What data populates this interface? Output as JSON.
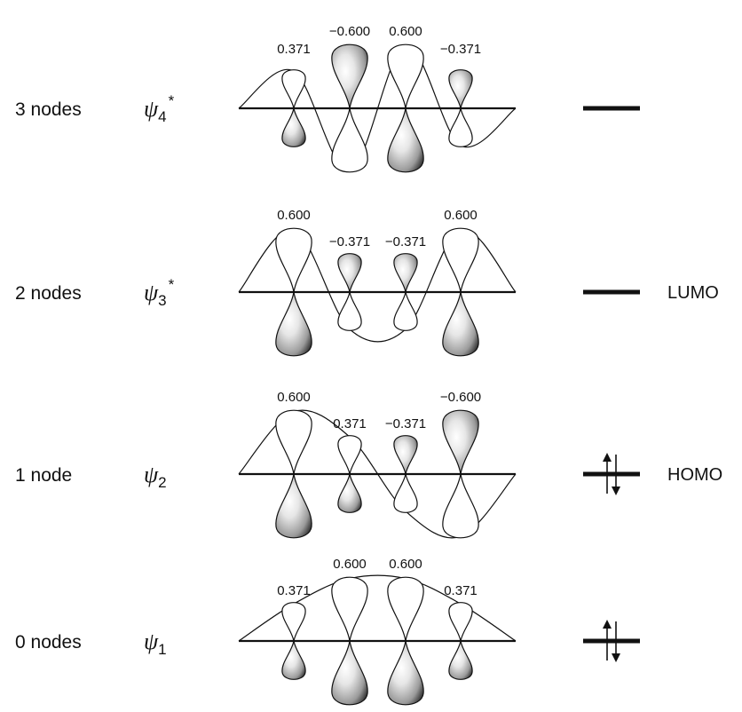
{
  "orbitals": [
    {
      "nodes_label": "3 nodes",
      "psi_symbol": "ψ",
      "psi_index": "4",
      "psi_star": "*",
      "coefficients": [
        "0.371",
        "−0.600",
        "0.600",
        "−0.371"
      ],
      "lobe_signs": [
        "+",
        "-",
        "+",
        "-"
      ],
      "lobe_sizes": [
        0.371,
        0.6,
        0.6,
        0.371
      ],
      "electrons": 0,
      "label": ""
    },
    {
      "nodes_label": "2 nodes",
      "psi_symbol": "ψ",
      "psi_index": "3",
      "psi_star": "*",
      "coefficients": [
        "0.600",
        "−0.371",
        "−0.371",
        "0.600"
      ],
      "lobe_signs": [
        "+",
        "-",
        "-",
        "+"
      ],
      "lobe_sizes": [
        0.6,
        0.371,
        0.371,
        0.6
      ],
      "electrons": 0,
      "label": "LUMO"
    },
    {
      "nodes_label": "1 node",
      "psi_symbol": "ψ",
      "psi_index": "2",
      "psi_star": "",
      "coefficients": [
        "0.600",
        "0.371",
        "−0.371",
        "−0.600"
      ],
      "lobe_signs": [
        "+",
        "+",
        "-",
        "-"
      ],
      "lobe_sizes": [
        0.6,
        0.371,
        0.371,
        0.6
      ],
      "electrons": 2,
      "label": "HOMO"
    },
    {
      "nodes_label": "0 nodes",
      "psi_symbol": "ψ",
      "psi_index": "1",
      "psi_star": "",
      "coefficients": [
        "0.371",
        "0.600",
        "0.600",
        "0.371"
      ],
      "lobe_signs": [
        "+",
        "+",
        "+",
        "+"
      ],
      "lobe_sizes": [
        0.371,
        0.6,
        0.6,
        0.371
      ],
      "electrons": 2,
      "label": ""
    }
  ],
  "colors": {
    "ink": "#111111",
    "shaded_lobe": "#c8c8c8",
    "open_lobe": "#ffffff"
  }
}
